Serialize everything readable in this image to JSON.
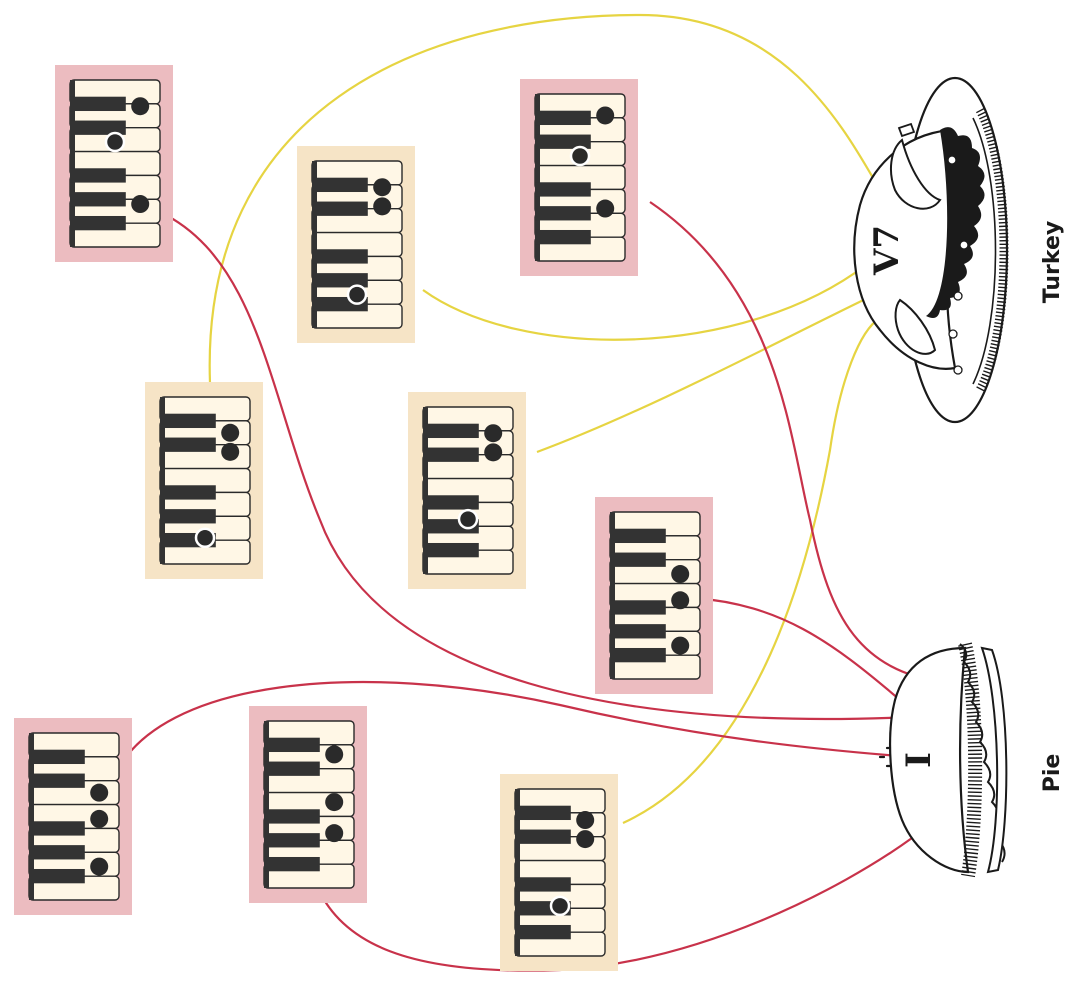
{
  "labels": {
    "turkey": "Turkey",
    "pie": "Pie",
    "turkey_chord": "V7",
    "pie_chord": "I"
  },
  "colors": {
    "pink_card": "#ecbcc0",
    "cream_card": "#f6e4c6",
    "red_line": "#c8324a",
    "yellow_line": "#e6d442",
    "dot": "#2a2a2a",
    "black_key": "#333333"
  },
  "cards": [
    {
      "id": "card-pink-top-left",
      "color": "pink",
      "target": "pie"
    },
    {
      "id": "card-cream-upper-middle",
      "color": "cream",
      "target": "turkey"
    },
    {
      "id": "card-pink-top-middle",
      "color": "pink",
      "target": "pie"
    },
    {
      "id": "card-cream-middle-left",
      "color": "cream",
      "target": "turkey"
    },
    {
      "id": "card-cream-middle",
      "color": "cream",
      "target": "turkey"
    },
    {
      "id": "card-pink-middle-right",
      "color": "pink",
      "target": "pie"
    },
    {
      "id": "card-pink-bottom-left",
      "color": "pink",
      "target": "pie"
    },
    {
      "id": "card-pink-bottom-middle",
      "color": "pink",
      "target": "pie"
    },
    {
      "id": "card-cream-bottom-right",
      "color": "cream",
      "target": "turkey"
    }
  ]
}
